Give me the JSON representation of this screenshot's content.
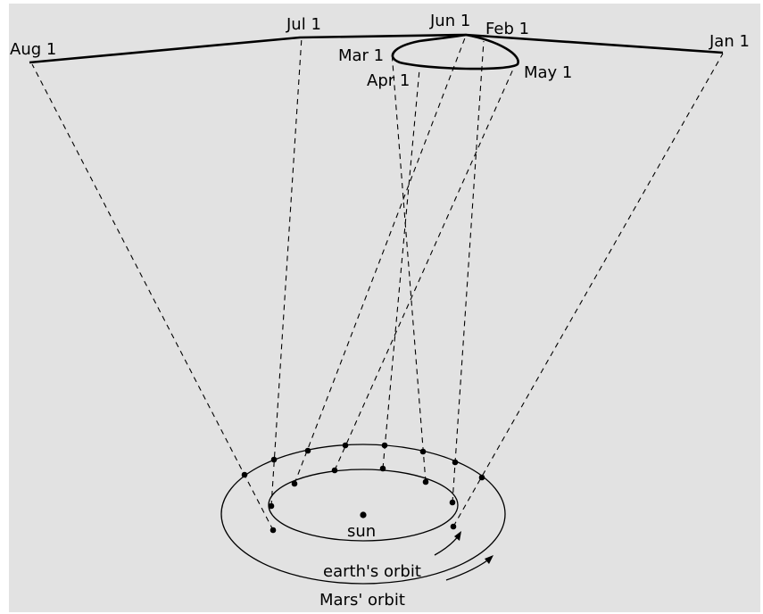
{
  "colors": {
    "background": "#e2e2e2",
    "ink": "#000000"
  },
  "labels": {
    "aug1": "Aug 1",
    "jul1": "Jul 1",
    "jun1": "Jun 1",
    "feb1": "Feb 1",
    "jan1": "Jan 1",
    "mar1": "Mar 1",
    "apr1": "Apr 1",
    "may1": "May 1",
    "sun": "sun",
    "earth_orbit": "earth's orbit",
    "mars_orbit": "Mars' orbit"
  }
}
